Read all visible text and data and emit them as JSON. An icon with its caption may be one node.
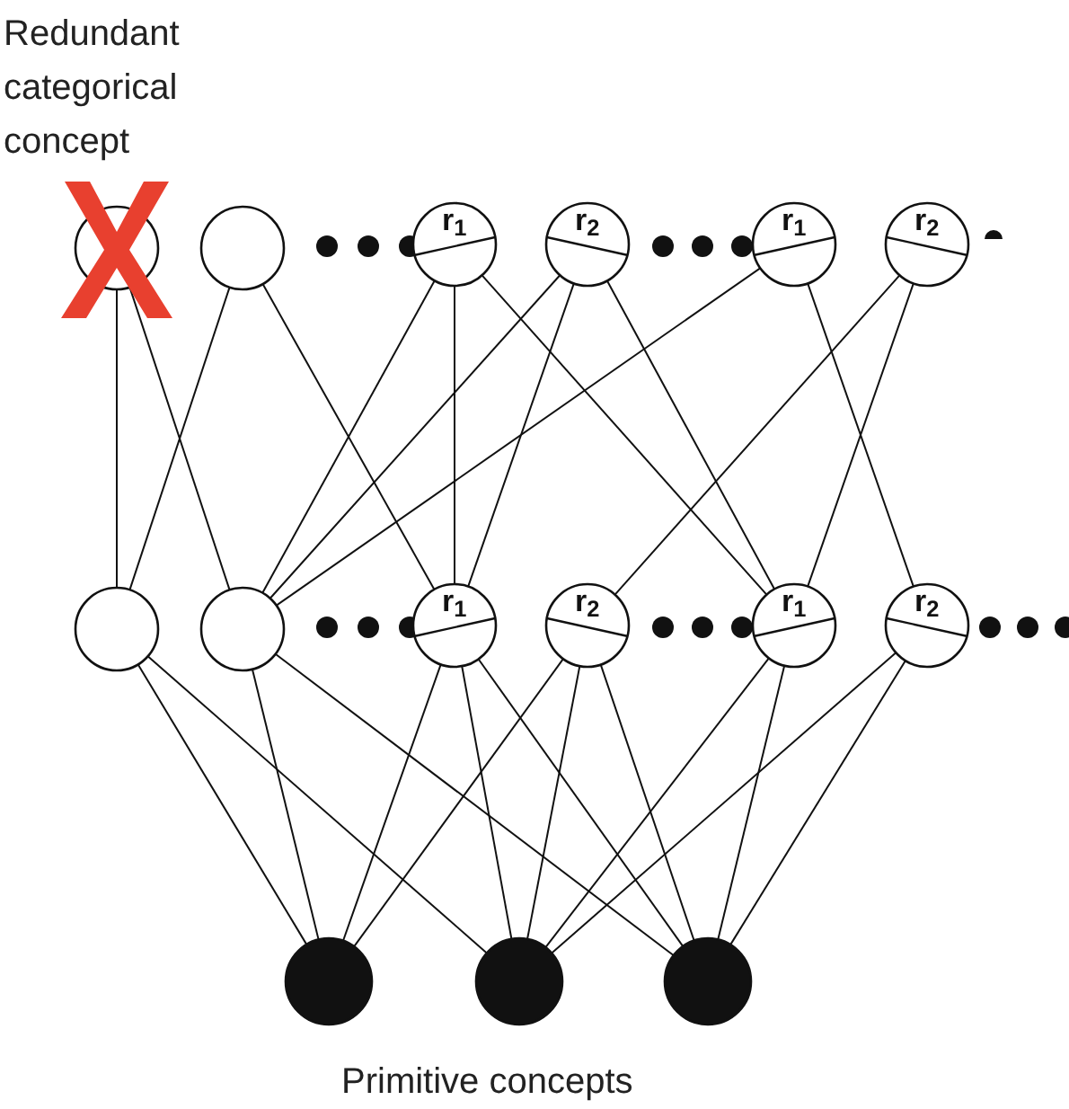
{
  "diagram": {
    "nodes": [
      {
        "text": [],
        "shape": "circle",
        "beside": [
          "Redundant categorical concept"
        ]
      },
      {
        "text": [],
        "shape": "circle"
      },
      {
        "text": [
          "r$_{1}$"
        ]
      },
      {
        "text": [
          "r$_{2}$"
        ]
      },
      {
        "text": [
          "r$_{1}$"
        ]
      },
      {
        "text": [
          "r$_{2}$"
        ]
      },
      {
        "text": [],
        "shape": "circle"
      },
      {
        "text": [],
        "shape": "circle"
      },
      {
        "text": [
          "r$_{1}$"
        ]
      },
      {
        "text": [
          "r$_{2}$"
        ]
      },
      {
        "text": [
          "r$_{1}$"
        ]
      },
      {
        "text": [
          "r$_{2}$"
        ]
      },
      {
        "text": [],
        "shape": "circle"
      },
      {
        "text": [],
        "shape": "circle"
      },
      {
        "text": [],
        "shape": "circle"
      }
    ],
    "edges": [
      {
        "from": 0,
        "to": 6,
        "arrow": "none"
      },
      {
        "from": 0,
        "to": 7,
        "arrow": "none"
      },
      {
        "from": 1,
        "to": 6,
        "arrow": "none"
      },
      {
        "from": 1,
        "to": 8,
        "arrow": "none"
      },
      {
        "from": 2,
        "to": 7,
        "arrow": "none"
      },
      {
        "from": 2,
        "to": 8,
        "arrow": "none"
      },
      {
        "from": 2,
        "to": 10,
        "arrow": "none"
      },
      {
        "from": 3,
        "to": 7,
        "arrow": "none"
      },
      {
        "from": 3,
        "to": 8,
        "arrow": "none"
      },
      {
        "from": 3,
        "to": 10,
        "arrow": "none"
      },
      {
        "from": 4,
        "to": 7,
        "arrow": "none"
      },
      {
        "from": 4,
        "to": 11,
        "arrow": "none"
      },
      {
        "from": 5,
        "to": 9,
        "arrow": "none"
      },
      {
        "from": 5,
        "to": 10,
        "arrow": "none"
      },
      {
        "from": 6,
        "to": 12,
        "arrow": "none"
      },
      {
        "from": 6,
        "to": 13,
        "arrow": "none"
      },
      {
        "from": 7,
        "to": 12,
        "arrow": "none"
      },
      {
        "from": 7,
        "to": 14,
        "arrow": "none"
      },
      {
        "from": 8,
        "to": 12,
        "arrow": "none"
      },
      {
        "from": 8,
        "to": 13,
        "arrow": "none"
      },
      {
        "from": 8,
        "to": 14,
        "arrow": "none"
      },
      {
        "from": 9,
        "to": 12,
        "arrow": "none"
      },
      {
        "from": 9,
        "to": 13,
        "arrow": "none"
      },
      {
        "from": 9,
        "to": 14,
        "arrow": "none"
      },
      {
        "from": 10,
        "to": 13,
        "arrow": "none"
      },
      {
        "from": 10,
        "to": 14,
        "arrow": "none"
      },
      {
        "from": 11,
        "to": 13,
        "arrow": "none"
      },
      {
        "from": 11,
        "to": 14,
        "arrow": "none"
      }
    ],
    "labels": [
      "Primitive concepts"
    ]
  }
}
